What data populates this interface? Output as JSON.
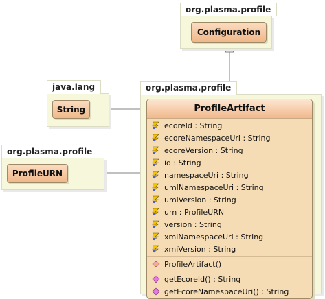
{
  "packages": {
    "top": {
      "name": "org.plasma.profile",
      "class_name": "Configuration"
    },
    "java": {
      "name": "java.lang",
      "class_name": "String"
    },
    "left": {
      "name": "org.plasma.profile",
      "class_name": "ProfileURN"
    },
    "main": {
      "name": "org.plasma.profile"
    }
  },
  "profile_artifact": {
    "name": "ProfileArtifact",
    "attributes": [
      "ecoreId : String",
      "ecoreNamespaceUri : String",
      "ecoreVersion : String",
      "id : String",
      "namespaceUri : String",
      "umlNamespaceUri : String",
      "umlVersion : String",
      "urn : ProfileURN",
      "version : String",
      "xmiNamespaceUri : String",
      "xmiVersion : String"
    ],
    "constructors": [
      "ProfileArtifact()"
    ],
    "methods": [
      "getEcoreId() : String",
      "getEcoreNamespaceUri() : String"
    ]
  },
  "colors": {
    "package_fill": "#f7f7dc",
    "class_fill": "#f5dcb5",
    "class_header": "#f1b98c"
  },
  "icons": {
    "attribute": "attribute-icon",
    "constructor": "constructor-icon",
    "method": "method-icon"
  }
}
